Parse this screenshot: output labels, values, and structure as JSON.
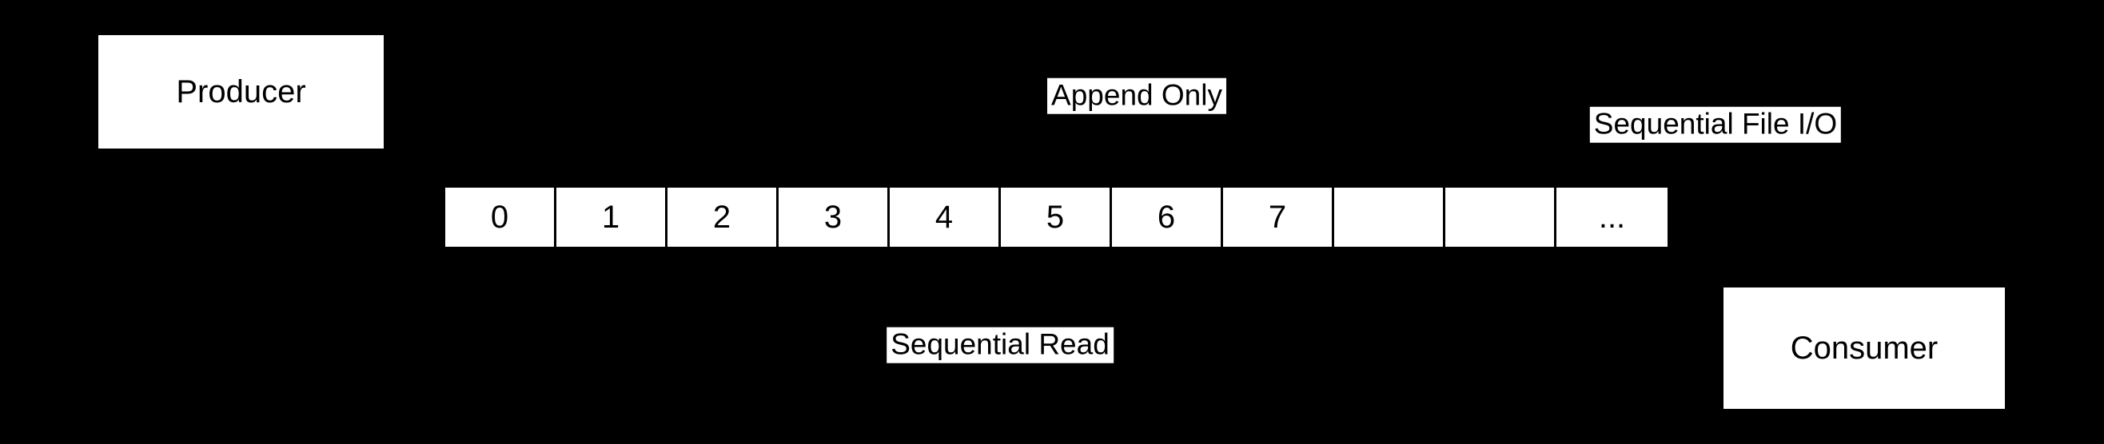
{
  "diagram": {
    "title": "append-only-queue-diagram",
    "colors": {
      "background": "#000000",
      "node_fill": "#ffffff",
      "node_text": "#000000",
      "cell_border": "#000000"
    },
    "nodes": {
      "producer": {
        "label": "Producer"
      },
      "consumer": {
        "label": "Consumer"
      }
    },
    "edge_labels": {
      "append_only": "Append Only",
      "sequential_file_io": "Sequential File I/O",
      "sequential_read": "Sequential Read"
    },
    "array": {
      "cells": [
        "0",
        "1",
        "2",
        "3",
        "4",
        "5",
        "6",
        "7",
        "",
        "",
        "..."
      ]
    }
  }
}
